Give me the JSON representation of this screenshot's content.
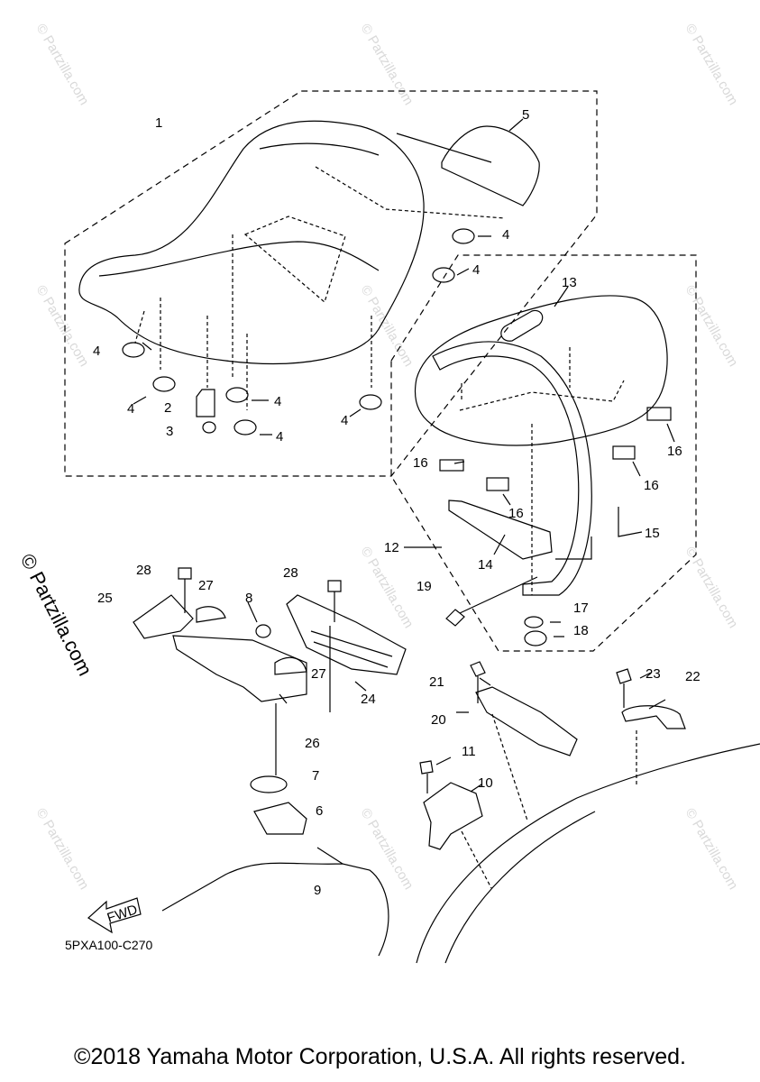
{
  "diagram": {
    "code": "5PXA100-C270",
    "copyright": "©2018 Yamaha Motor Corporation, U.S.A. All rights reserved.",
    "watermark": "© Partzilla.com",
    "fwd_arrow_label": "FWD",
    "callouts": {
      "c1": "1",
      "c2": "2",
      "c3": "3",
      "c4a": "4",
      "c4b": "4",
      "c4c": "4",
      "c4d": "4",
      "c4e": "4",
      "c4f": "4",
      "c4g": "4",
      "c5": "5",
      "c6": "6",
      "c7": "7",
      "c8": "8",
      "c9": "9",
      "c10": "10",
      "c11": "11",
      "c12": "12",
      "c13": "13",
      "c14": "14",
      "c15": "15",
      "c16a": "16",
      "c16b": "16",
      "c16c": "16",
      "c16d": "16",
      "c17": "17",
      "c18": "18",
      "c19": "19",
      "c20": "20",
      "c21": "21",
      "c22": "22",
      "c23": "23",
      "c24": "24",
      "c25": "25",
      "c26": "26",
      "c27a": "27",
      "c27b": "27",
      "c28a": "28",
      "c28b": "28"
    }
  }
}
